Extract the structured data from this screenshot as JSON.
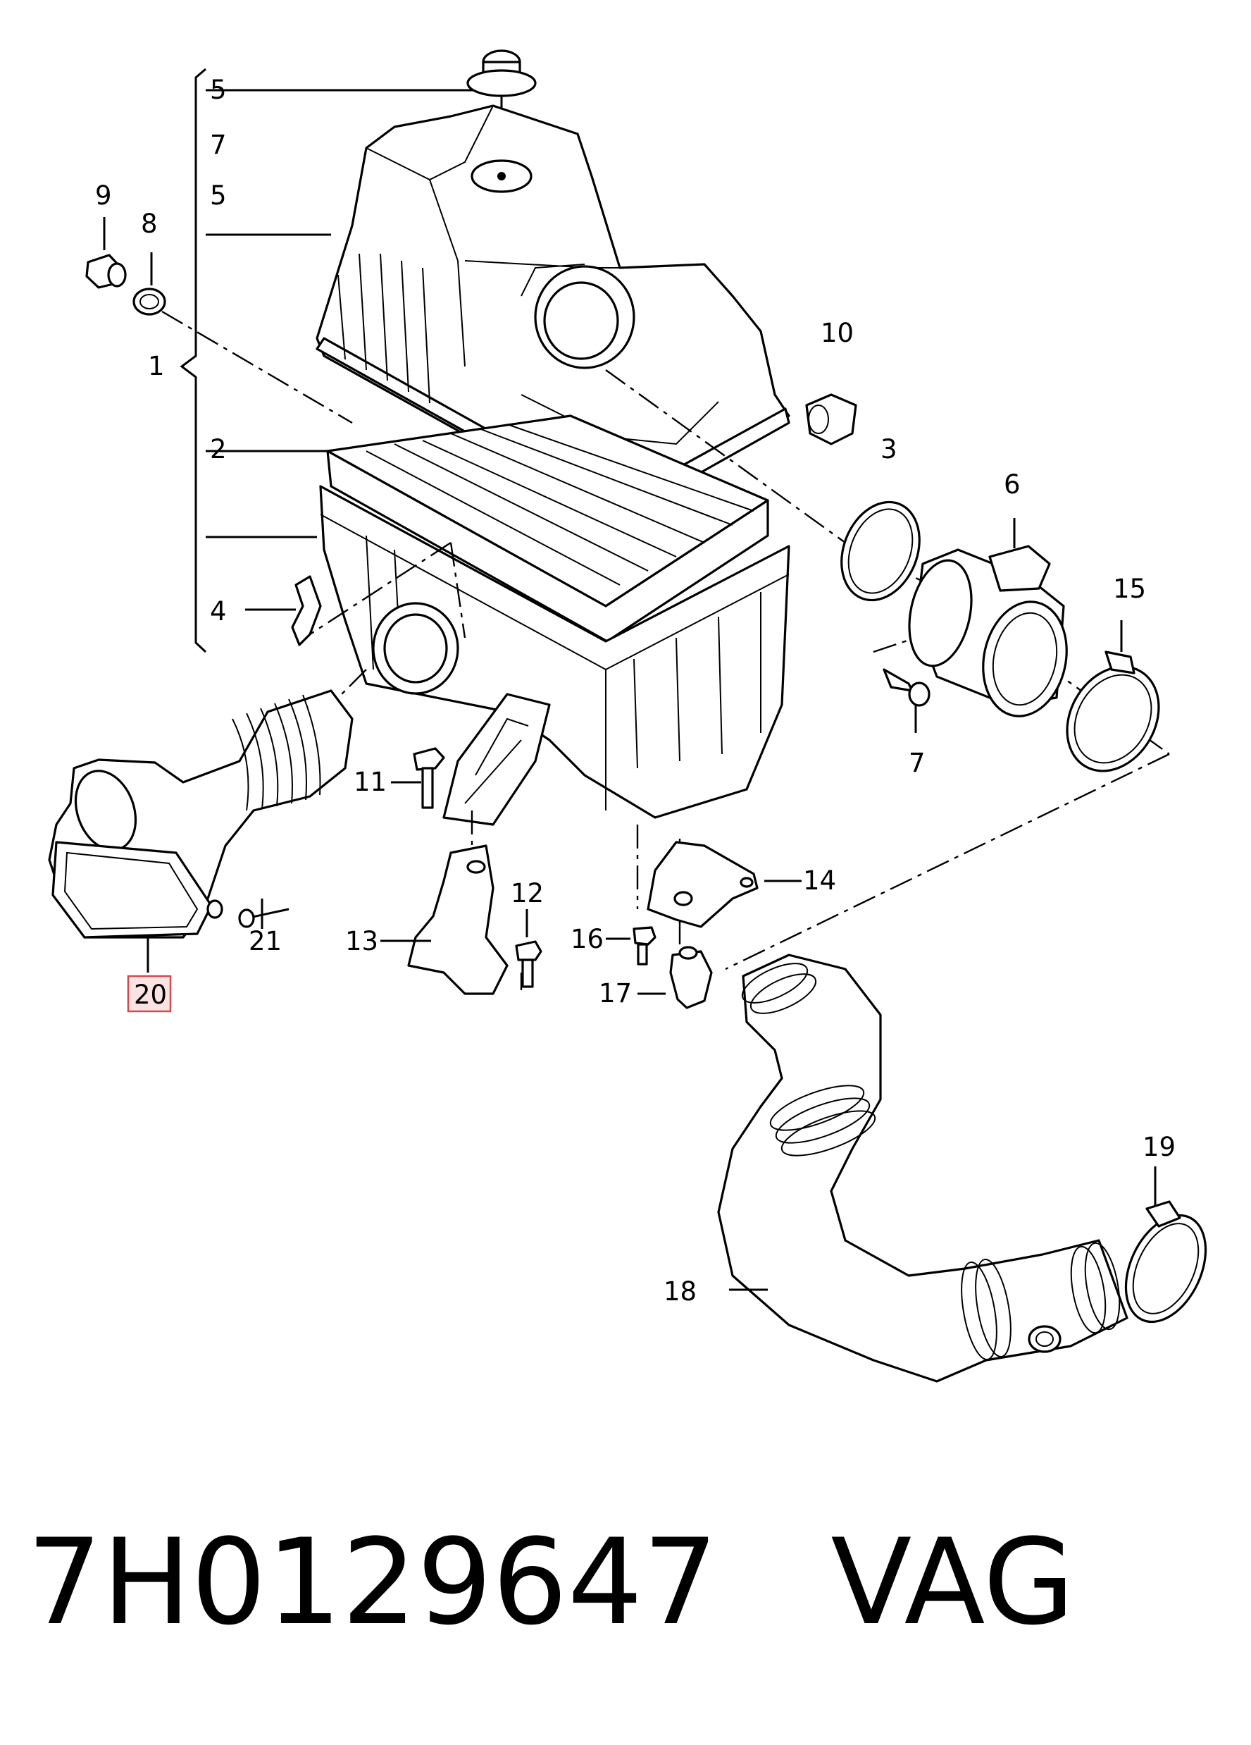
{
  "callouts": [
    "1",
    "2",
    "3",
    "4",
    "5",
    "7",
    "5",
    "6",
    "7",
    "8",
    "9",
    "10",
    "11",
    "12",
    "13",
    "14",
    "15",
    "16",
    "17",
    "18",
    "19",
    "20",
    "21"
  ],
  "highlighted_callout": "20",
  "footer": {
    "part_number": "7H0129647",
    "brand": "VAG"
  },
  "colors": {
    "ink": "#000000",
    "highlight_fill": "#fbe3e3",
    "highlight_border": "#d24a4a",
    "background": "#ffffff"
  }
}
